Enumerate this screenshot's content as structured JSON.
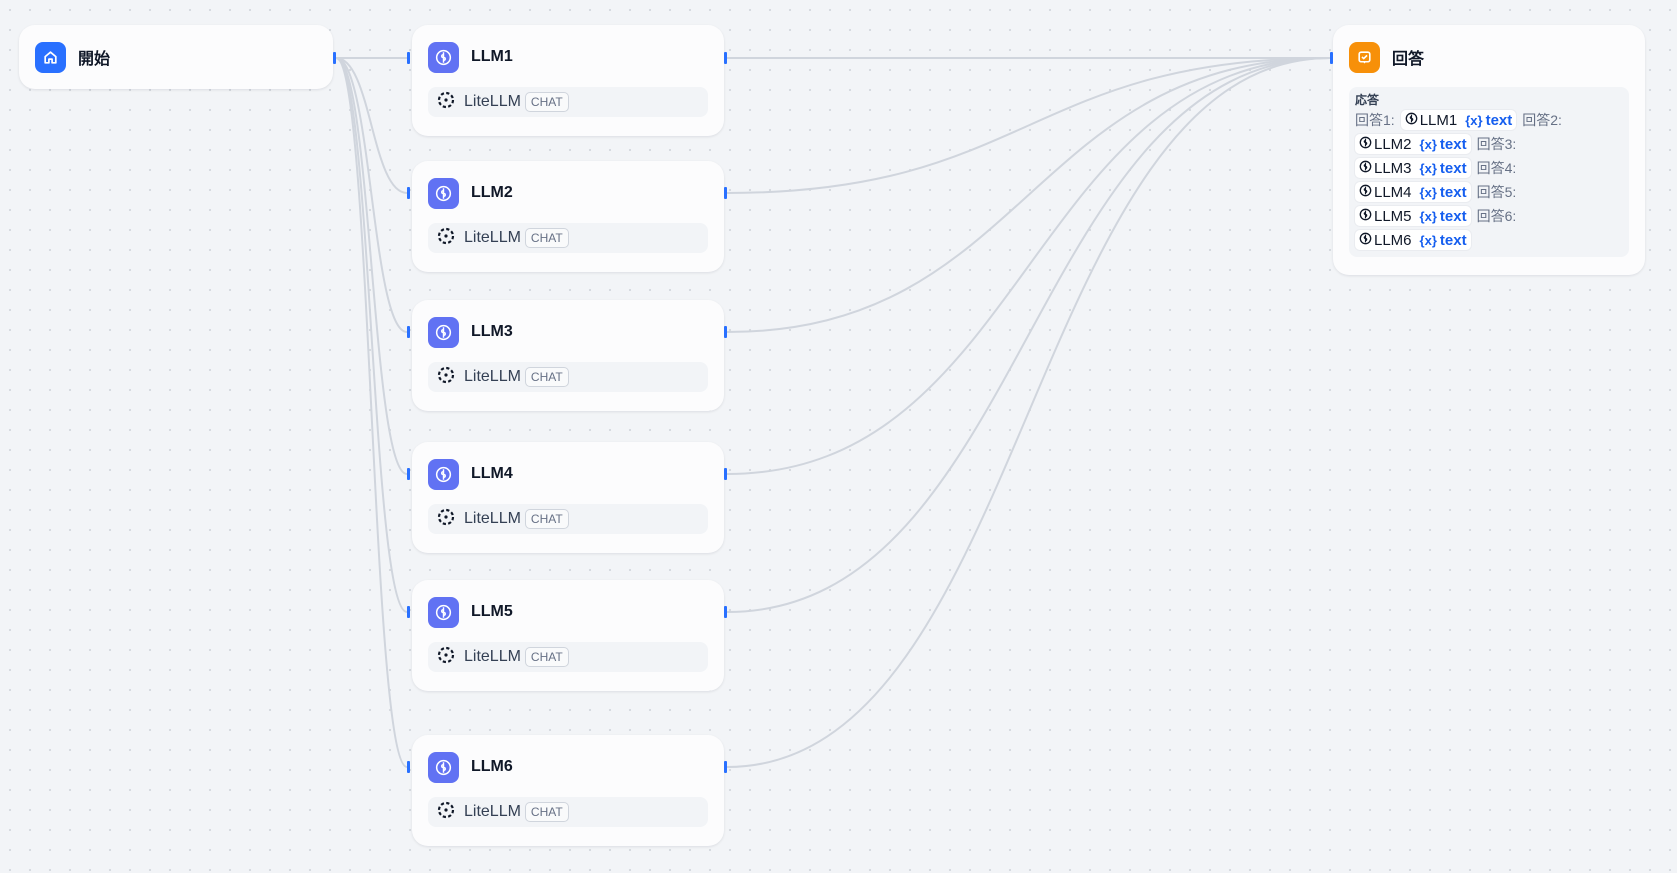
{
  "colors": {
    "start_icon_bg": "#2970ff",
    "llm_icon_bg": "#6172f3",
    "answer_icon_bg": "#f79009",
    "variable_text": "#155eef",
    "edge": "#d0d5dd",
    "handle": "#2970ff"
  },
  "start_node": {
    "title": "開始",
    "icon": "home-icon"
  },
  "llm_nodes": [
    {
      "title": "LLM1",
      "icon": "brain-icon",
      "model": "LiteLLM",
      "model_icon": "litellm-icon",
      "mode": "CHAT"
    },
    {
      "title": "LLM2",
      "icon": "brain-icon",
      "model": "LiteLLM",
      "model_icon": "litellm-icon",
      "mode": "CHAT"
    },
    {
      "title": "LLM3",
      "icon": "brain-icon",
      "model": "LiteLLM",
      "model_icon": "litellm-icon",
      "mode": "CHAT"
    },
    {
      "title": "LLM4",
      "icon": "brain-icon",
      "model": "LiteLLM",
      "model_icon": "litellm-icon",
      "mode": "CHAT"
    },
    {
      "title": "LLM5",
      "icon": "brain-icon",
      "model": "LiteLLM",
      "model_icon": "litellm-icon",
      "mode": "CHAT"
    },
    {
      "title": "LLM6",
      "icon": "brain-icon",
      "model": "LiteLLM",
      "model_icon": "litellm-icon",
      "mode": "CHAT"
    }
  ],
  "answer_node": {
    "title": "回答",
    "icon": "answer-icon",
    "content_label": "応答",
    "labels": [
      "回答1:",
      "回答2:",
      "回答3:",
      "回答4:",
      "回答5:",
      "回答6:"
    ],
    "refs": [
      {
        "node": "LLM1",
        "var": "text",
        "var_icon": "{x}"
      },
      {
        "node": "LLM2",
        "var": "text",
        "var_icon": "{x}"
      },
      {
        "node": "LLM3",
        "var": "text",
        "var_icon": "{x}"
      },
      {
        "node": "LLM4",
        "var": "text",
        "var_icon": "{x}"
      },
      {
        "node": "LLM5",
        "var": "text",
        "var_icon": "{x}"
      },
      {
        "node": "LLM6",
        "var": "text",
        "var_icon": "{x}"
      }
    ]
  }
}
